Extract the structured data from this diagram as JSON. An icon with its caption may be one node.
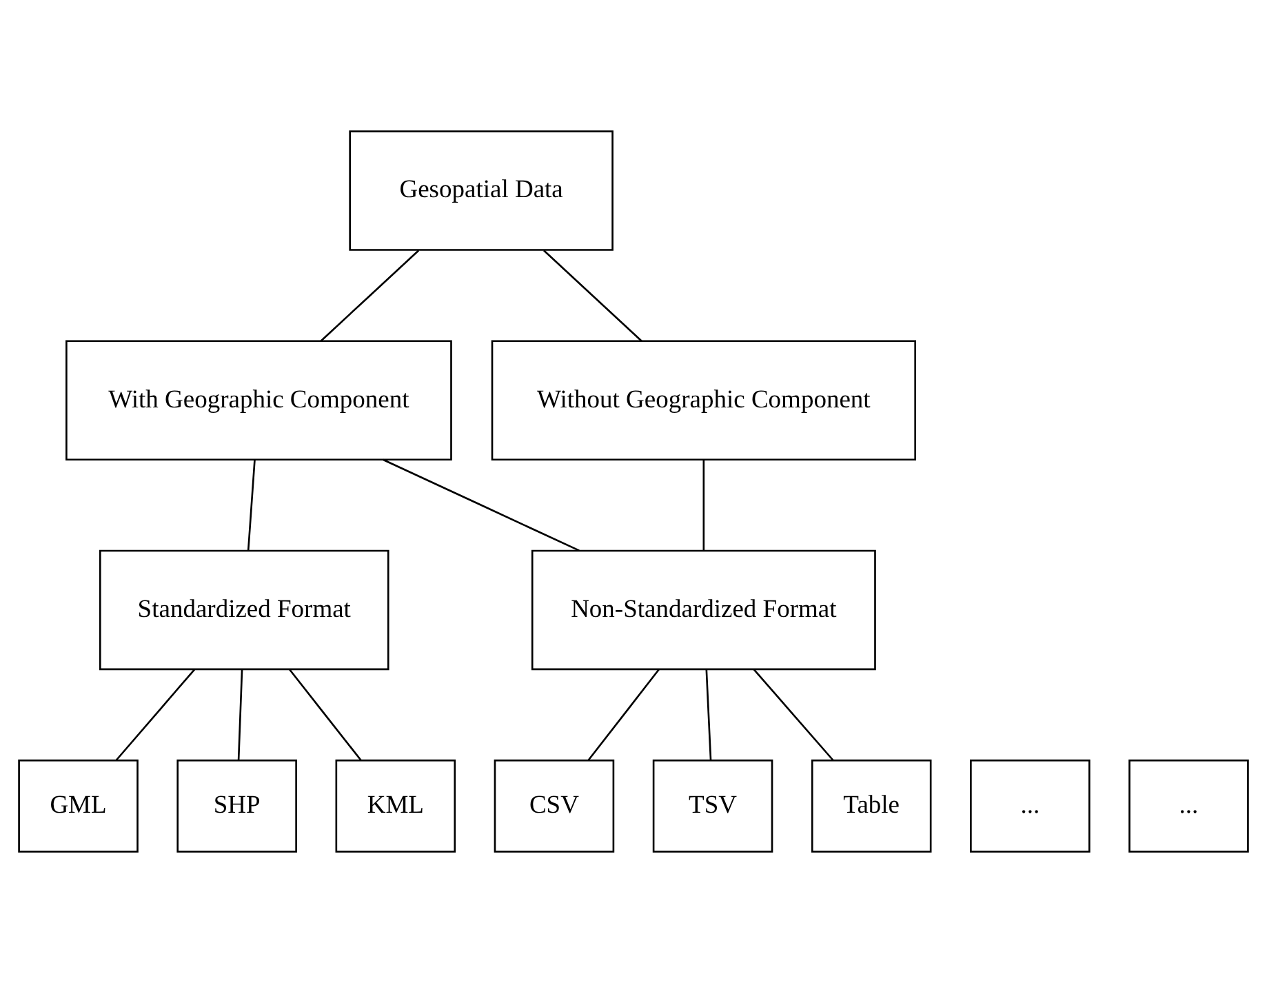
{
  "diagram": {
    "nodes": [
      {
        "text": [
          "Gesopatial Data"
        ]
      },
      {
        "text": [
          "With Geographic Component"
        ]
      },
      {
        "text": [
          "Without Geographic Component"
        ]
      },
      {
        "text": [
          "Standardized Format"
        ]
      },
      {
        "text": [
          "Non-Standardized Format"
        ]
      },
      {
        "text": [
          "GML"
        ]
      },
      {
        "text": [
          "SHP"
        ]
      },
      {
        "text": [
          "..."
        ]
      },
      {
        "text": [
          "KML"
        ]
      },
      {
        "text": [
          "CSV"
        ]
      },
      {
        "text": [
          "TSV"
        ]
      },
      {
        "text": [
          "..."
        ]
      },
      {
        "text": [
          "Table"
        ]
      }
    ],
    "edges": [
      {
        "from": 0,
        "to": 1,
        "arrow": "none"
      },
      {
        "from": 0,
        "to": 2,
        "arrow": "none"
      },
      {
        "from": 1,
        "to": 3,
        "arrow": "none"
      },
      {
        "from": 1,
        "to": 4,
        "arrow": "none"
      },
      {
        "from": 2,
        "to": 4,
        "arrow": "none"
      },
      {
        "from": 3,
        "to": 5,
        "arrow": "none"
      },
      {
        "from": 3,
        "to": 6,
        "arrow": "none"
      },
      {
        "from": 3,
        "to": 8,
        "arrow": "none"
      },
      {
        "from": 4,
        "to": 9,
        "arrow": "none"
      },
      {
        "from": 4,
        "to": 10,
        "arrow": "none"
      },
      {
        "from": 4,
        "to": 12,
        "arrow": "none"
      }
    ]
  }
}
